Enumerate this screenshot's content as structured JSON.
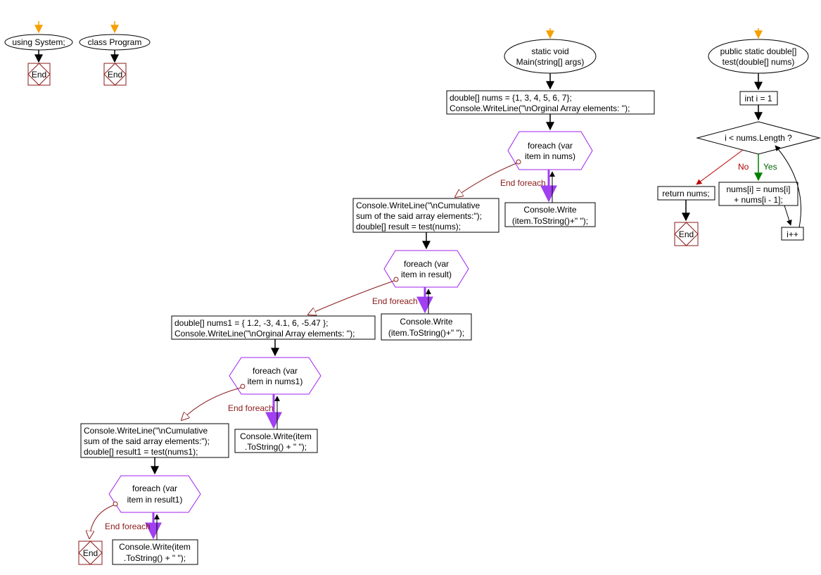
{
  "flow_system": {
    "start": "using System;",
    "end": "End"
  },
  "flow_program": {
    "start": "class Program",
    "end": "End"
  },
  "flow_main": {
    "start": [
      "static void",
      "Main(string[] args)"
    ],
    "step1": [
      "double[] nums = {1, 3, 4, 5, 6, 7};",
      "Console.WriteLine(\"\\nOrginal Array elements: \");"
    ],
    "loop1": [
      "foreach (var",
      "item in nums)"
    ],
    "loop1_body": [
      "Console.Write",
      "(item.ToString()+\" \");"
    ],
    "loop1_exit": "End foreach",
    "step2": [
      "Console.WriteLine(\"\\nCumulative",
      "sum of the said array elements:\");",
      "double[] result = test(nums);"
    ],
    "loop2": [
      "foreach (var",
      "item in result)"
    ],
    "loop2_body": [
      "Console.Write",
      "(item.ToString()+\" \");"
    ],
    "loop2_exit": "End foreach",
    "step3": [
      "double[] nums1 = { 1.2, -3, 4.1, 6, -5.47 };",
      "Console.WriteLine(\"\\nOrginal Array elements: \");"
    ],
    "loop3": [
      "foreach (var",
      "item in nums1)"
    ],
    "loop3_body": [
      "Console.Write(item",
      ".ToString() + \" \");"
    ],
    "loop3_exit": "End foreach",
    "step4": [
      "Console.WriteLine(\"\\nCumulative",
      "sum of the said array elements:\");",
      "double[] result1 = test(nums1);"
    ],
    "loop4": [
      "foreach (var",
      "item in result1)"
    ],
    "loop4_body": [
      "Console.Write(item",
      ".ToString() + \" \");"
    ],
    "loop4_exit": "End foreach",
    "end": "End"
  },
  "flow_test": {
    "start": [
      "public static double[]",
      "test(double[] nums)"
    ],
    "init": "int i = 1",
    "condition": "i < nums.Length ?",
    "no_label": "No",
    "yes_label": "Yes",
    "body": [
      "nums[i] = nums[i]",
      "+ nums[i - 1];"
    ],
    "increment": "i++",
    "return": "return nums;",
    "end": "End"
  },
  "colors": {
    "start_arrow": "#f5a000",
    "loop_outline": "#a020f0",
    "end_outline": "#8b1a1a",
    "no_arrow": "#c00000",
    "yes_arrow": "#008000",
    "loop_exit": "#8b1a1a"
  }
}
